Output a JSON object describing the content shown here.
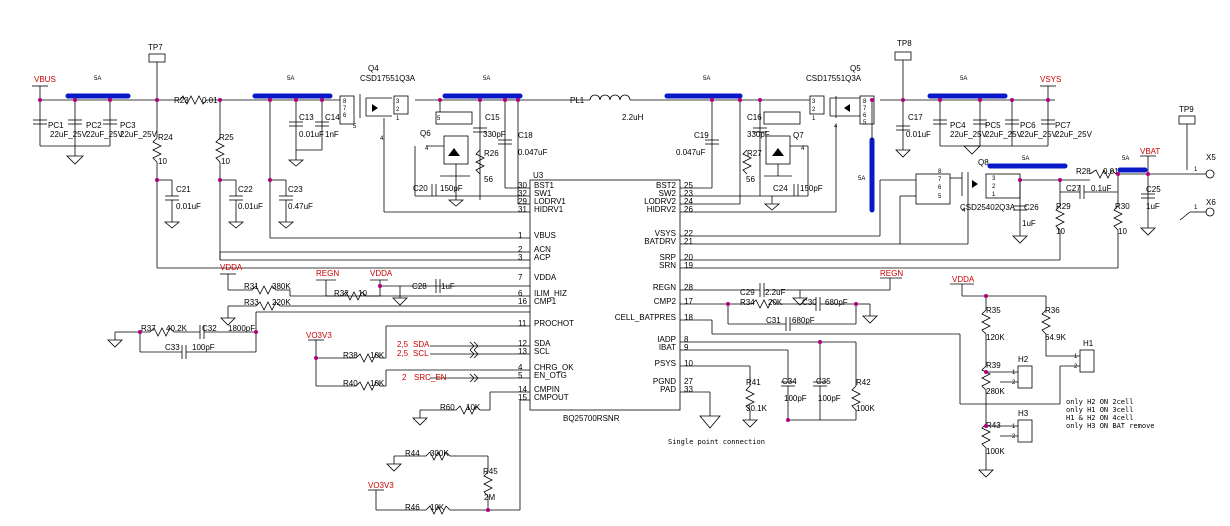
{
  "power": {
    "vbus": "VBUS",
    "vsys": "VSYS",
    "vbat": "VBAT",
    "vdda": "VDDA",
    "regn": "REGN",
    "vo3v3": "VO3V3"
  },
  "testpoints": {
    "tp7": "TP7",
    "tp8": "TP8",
    "tp9": "TP9",
    "x5": "X5",
    "x6": "X6",
    "pin1": "1"
  },
  "current_label": "5A",
  "ic": {
    "ref": "U3",
    "part": "BQ25700RSNR",
    "left_pins": [
      {
        "num": "30",
        "name": "BST1"
      },
      {
        "num": "32",
        "name": "SW1"
      },
      {
        "num": "29",
        "name": "LODRV1"
      },
      {
        "num": "31",
        "name": "HIDRV1"
      },
      {
        "num": "1",
        "name": "VBUS"
      },
      {
        "num": "2",
        "name": "ACN"
      },
      {
        "num": "3",
        "name": "ACP"
      },
      {
        "num": "7",
        "name": "VDDA"
      },
      {
        "num": "6",
        "name": "ILIM_HIZ"
      },
      {
        "num": "16",
        "name": "CMP1"
      },
      {
        "num": "11",
        "name": "PROCHOT"
      },
      {
        "num": "12",
        "name": "SDA"
      },
      {
        "num": "13",
        "name": "SCL"
      },
      {
        "num": "4",
        "name": "CHRG_OK"
      },
      {
        "num": "5",
        "name": "EN_OTG"
      },
      {
        "num": "14",
        "name": "CMPIN"
      },
      {
        "num": "15",
        "name": "CMPOUT"
      }
    ],
    "right_pins": [
      {
        "num": "25",
        "name": "BST2"
      },
      {
        "num": "23",
        "name": "SW2"
      },
      {
        "num": "24",
        "name": "LODRV2"
      },
      {
        "num": "26",
        "name": "HIDRV2"
      },
      {
        "num": "22",
        "name": "VSYS"
      },
      {
        "num": "21",
        "name": "BATDRV"
      },
      {
        "num": "20",
        "name": "SRP"
      },
      {
        "num": "19",
        "name": "SRN"
      },
      {
        "num": "28",
        "name": "REGN"
      },
      {
        "num": "17",
        "name": "CMP2"
      },
      {
        "num": "18",
        "name": "CELL_BATPRES"
      },
      {
        "num": "8",
        "name": "IADP"
      },
      {
        "num": "9",
        "name": "IBAT"
      },
      {
        "num": "10",
        "name": "PSYS"
      },
      {
        "num": "27",
        "name": "PGND"
      },
      {
        "num": "33",
        "name": "PAD"
      }
    ]
  },
  "mosfets": {
    "q4": {
      "ref": "Q4",
      "part": "CSD17551Q3A"
    },
    "q5": {
      "ref": "Q5",
      "part": "CSD17551Q3A"
    },
    "q6": {
      "ref": "Q6"
    },
    "q7": {
      "ref": "Q7"
    },
    "q8": {
      "ref": "Q8",
      "part": "CSD25402Q3A"
    }
  },
  "fet_pins": {
    "p8": "8",
    "p7": "7",
    "p6": "6",
    "p5": "5",
    "p4": "4",
    "p3": "3",
    "p2": "2",
    "p1": "1"
  },
  "inductor": {
    "ref": "PL1",
    "value": "2.2uH"
  },
  "capacitors": {
    "pc1": "PC1",
    "pc2": "PC2",
    "pc3": "PC3",
    "pc_in_val": "22uF_25V",
    "pc4": "PC4",
    "pc5": "PC5",
    "pc6": "PC6",
    "pc7": "PC7",
    "pc_out_last": "22uF_25V",
    "c13": "C13",
    "c13v": "0.01uF",
    "c14": "C14",
    "c14v": "1nF",
    "c15": "C15",
    "c15v": "330pF",
    "c16": "C16",
    "c16v": "330pF",
    "c17": "C17",
    "c17v": "0.01uF",
    "c18": "C18",
    "c18v": "0.047uF",
    "c19": "C19",
    "c19v": "0.047uF",
    "c20": "C20",
    "c20v": "150pF",
    "c21": "C21",
    "c21v": "0.01uF",
    "c22": "C22",
    "c22v": "0.01uF",
    "c23": "C23",
    "c23v": "0.47uF",
    "c24": "C24",
    "c24v": "150pF",
    "c25": "C25",
    "c25v": "1uF",
    "c26": "C26",
    "c26v": "1uF",
    "c27": "C27",
    "c27v": "0.1uF",
    "c28": "C28",
    "c28v": "1uF",
    "c29": "C29",
    "c29v": "2.2uF",
    "c30": "C30",
    "c30v": "680pF",
    "c31": "C31",
    "c31v": "680pF",
    "c32": "C32",
    "c32v": "1800pF",
    "c33": "C33",
    "c33v": "100pF",
    "c34": "C34",
    "c34v": "100pF",
    "c35": "C35",
    "c35v": "100pF"
  },
  "resistors": {
    "r23": "R23",
    "r23v": "0.01",
    "r24": "R24",
    "r24v": "10",
    "r25": "R25",
    "r25v": "10",
    "r26": "R26",
    "r26v": "56",
    "r27": "R27",
    "r27v": "56",
    "r28": "R28",
    "r28v": "0.01",
    "r29": "R29",
    "r29v": "10",
    "r30": "R30",
    "r30v": "10",
    "r31": "R31",
    "r31v": "380K",
    "r32": "R32",
    "r32v": "10",
    "r33": "R33",
    "r33v": "220K",
    "r34": "R34",
    "r34v": "20K",
    "r35": "R35",
    "r35v": "120K",
    "r36": "R36",
    "r36v": "64.9K",
    "r37": "R37",
    "r37v": "40.2K",
    "r38": "R38",
    "r38v": "10K",
    "r39": "R39",
    "r39v": "280K",
    "r40": "R40",
    "r40v": "10K",
    "r41": "R41",
    "r41v": "30.1K",
    "r42": "R42",
    "r42v": "100K",
    "r43": "R43",
    "r43v": "100K",
    "r44": "R44",
    "r44v": "300K",
    "r45": "R45",
    "r45v": "2M",
    "r46": "R46",
    "r46v": "10K",
    "r60": "R60",
    "r60v": "10K"
  },
  "offpage": {
    "sda_page": "2,5",
    "sda": "SDA",
    "scl_page": "2,5",
    "scl": "SCL",
    "src_page": "2",
    "src_en": "SRC_EN"
  },
  "headers": {
    "h1": "H1",
    "h2": "H2",
    "h3": "H3",
    "p1": "1",
    "p2": "2"
  },
  "notes": {
    "single_point": "Single point connection",
    "cell_notes": [
      "only H2 ON 2cell",
      "only H1 ON 3cell",
      "H1 & H2 ON 4cell",
      "only H3 ON BAT remove"
    ]
  }
}
